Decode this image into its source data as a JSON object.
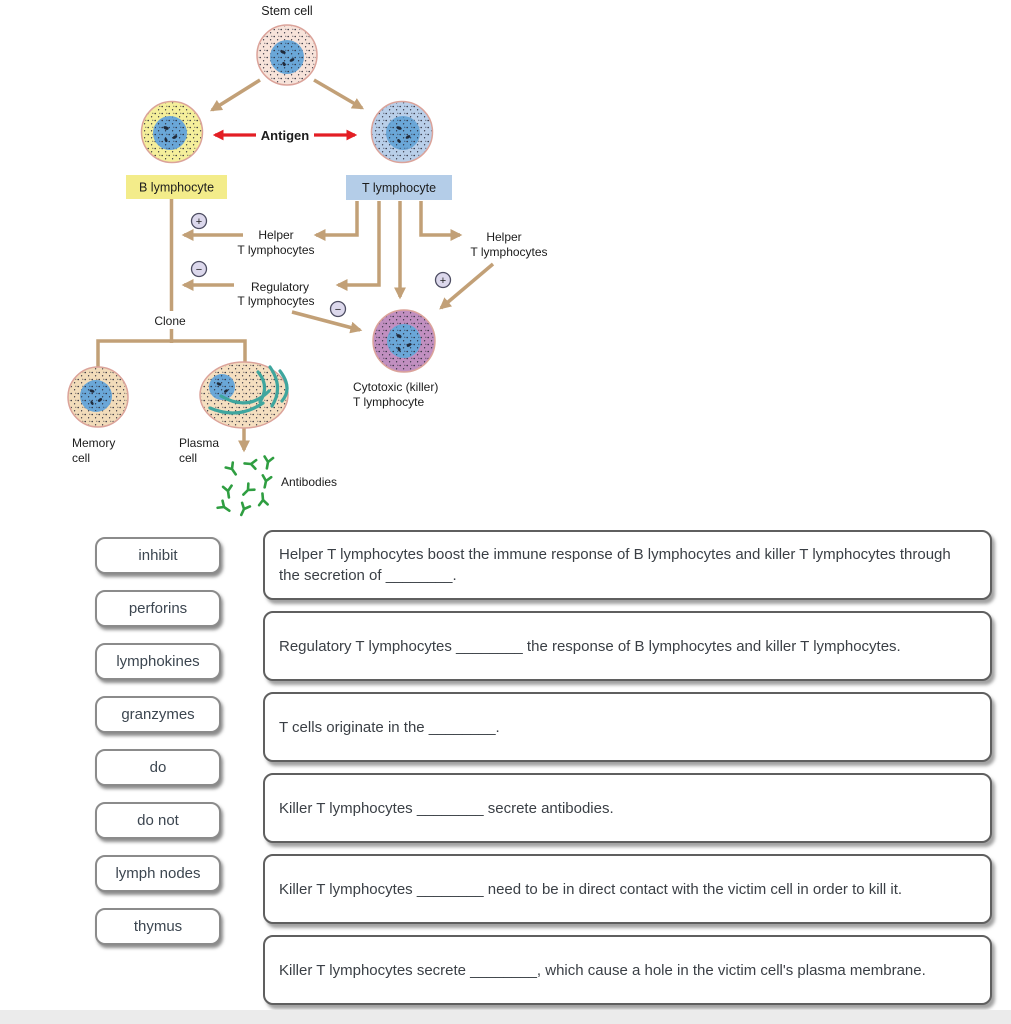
{
  "diagram": {
    "labels": {
      "stem_cell": "Stem cell",
      "antigen": "Antigen",
      "b_lymphocyte": "B lymphocyte",
      "t_lymphocyte": "T lymphocyte",
      "helper_left_line1": "Helper",
      "helper_left_line2": "T lymphocytes",
      "regulatory_line1": "Regulatory",
      "regulatory_line2": "T lymphocytes",
      "helper_right_line1": "Helper",
      "helper_right_line2": "T lymphocytes",
      "clone": "Clone",
      "cytotoxic_line1": "Cytotoxic (killer)",
      "cytotoxic_line2": "T lymphocyte",
      "memory_line1": "Memory",
      "memory_line2": "cell",
      "plasma_line1": "Plasma",
      "plasma_line2": "cell",
      "antibodies": "Antibodies",
      "plus_sign": "+",
      "minus_sign": "−"
    },
    "colors": {
      "arrow_tan": "#c2a077",
      "antigen_red": "#e31e24",
      "antibody_green": "#2f9e41",
      "b_label_bg": "#f3ec8a",
      "t_label_bg": "#b4cde8",
      "stem_cytoplasm": "#f7e3da",
      "b_cytoplasm": "#f5ef9b",
      "t_cytoplasm": "#b9cfe9",
      "killer_cytoplasm": "#c18fc0",
      "memory_cytoplasm": "#f2dcba",
      "plasma_cytoplasm": "#f5dfc0",
      "nucleus_blue": "#6aa7d8",
      "cell_border": "#dba39a",
      "er_teal": "#3fa69e",
      "sign_circle_bg": "#dcd8ec"
    }
  },
  "word_bank": {
    "items": [
      "inhibit",
      "perforins",
      "lymphokines",
      "granzymes",
      "do",
      "do not",
      "lymph nodes",
      "thymus"
    ]
  },
  "questions": [
    "Helper T lymphocytes boost the immune response of B lymphocytes and killer T lymphocytes through the secretion of ________.",
    "Regulatory T lymphocytes ________ the response of B lymphocytes and killer T lymphocytes.",
    "T cells originate in the ________.",
    "Killer T lymphocytes ________ secrete antibodies.",
    "Killer T lymphocytes ________ need to be in direct contact with the victim cell in order to kill it.",
    "Killer T lymphocytes secrete ________, which cause a hole in the victim cell's plasma membrane."
  ]
}
